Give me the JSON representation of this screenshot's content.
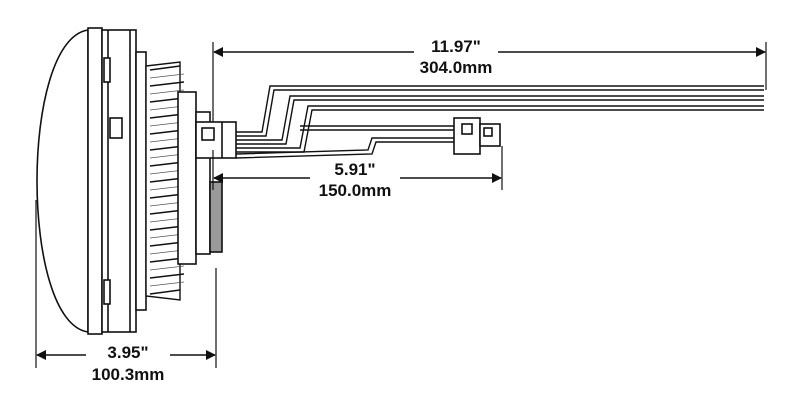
{
  "dimensions": {
    "overall_length": {
      "inches": "11.97\"",
      "mm": "304.0mm"
    },
    "connector_length": {
      "inches": "5.91\"",
      "mm": "150.0mm"
    },
    "depth": {
      "inches": "3.95\"",
      "mm": "100.3mm"
    }
  },
  "colors": {
    "line": "#111111",
    "housing_gray": "#9a9a9a",
    "lens": "#ffffff"
  },
  "icons": [
    "dimension-arrow-icon",
    "connector-plug-icon"
  ]
}
